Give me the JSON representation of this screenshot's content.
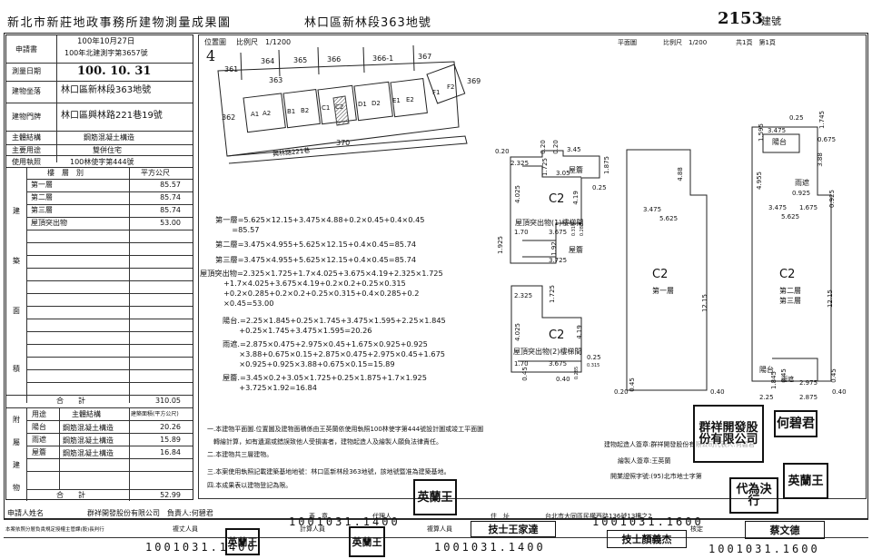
{
  "header": {
    "title": "新北市新莊地政事務所建物測量成果圖",
    "location": "林口區新林段363地號",
    "number": "2153",
    "number_suffix": "建號"
  },
  "left_table": {
    "apply_date_label": "申請書",
    "apply_date": "100年10月27日",
    "apply_number": "100年北建測字第3657號",
    "survey_date_label": "測量日期",
    "survey_date": "100. 10. 31",
    "building_location_label": "建物坐落",
    "building_location": "林口區新林段363地號",
    "door_label": "建物門牌",
    "door": "林口區興林路221巷19號",
    "structure_label": "主體結構",
    "structure": "鋼筋混凝土構造",
    "use_label": "主要用途",
    "use": "雙併住宅",
    "permit_label": "使用執照",
    "permit": "100林使字第444號",
    "floor_header": "樓　層　別",
    "area_header": "平方公尺",
    "section_label": [
      "建",
      "築",
      "面",
      "積"
    ],
    "floors": [
      {
        "name": "第一層",
        "area": "85.57"
      },
      {
        "name": "第二層",
        "area": "85.74"
      },
      {
        "name": "第三層",
        "area": "85.74"
      },
      {
        "name": "屋頂突出物",
        "area": "53.00"
      }
    ],
    "total_label": "合　　計",
    "total": "310.05",
    "annex_label": [
      "附",
      "屬",
      "建",
      "物"
    ],
    "annex_headers": [
      "用途",
      "主體結構",
      "建築面積(平方公尺)"
    ],
    "annex": [
      {
        "use": "陽台",
        "structure": "鋼筋混凝土構造",
        "area": "20.26"
      },
      {
        "use": "雨遮",
        "structure": "鋼筋混凝土構造",
        "area": "15.89"
      },
      {
        "use": "屋簷",
        "structure": "鋼筋混凝土構造",
        "area": "16.84"
      }
    ],
    "annex_total_label": "合　　計",
    "annex_total": "52.99"
  },
  "site_plan": {
    "label": "位置圖",
    "scale": "比例尺　1/1200",
    "north": "4",
    "parcels": [
      "361",
      "364",
      "365",
      "366",
      "366-1",
      "367",
      "363",
      "369",
      "362",
      "370"
    ],
    "units": [
      "A1",
      "A2",
      "B1",
      "B2",
      "C1",
      "C2",
      "D1",
      "D2",
      "E1",
      "E2",
      "F1",
      "F2"
    ],
    "road": "興林路221巷"
  },
  "floor_plan": {
    "label": "平面圖",
    "scale": "比例尺　1/200",
    "pages": "共1頁　第1頁"
  },
  "formulas": [
    "第一層=5.625×12.15+3.475×4.88+0.2×0.45+0.4×0.45\n       =85.57",
    "第二層=3.475×4.955+5.625×12.15+0.4×0.45=85.74",
    "第三層=3.475×4.955+5.625×12.15+0.4×0.45=85.74",
    "屋頂突出物=2.325×1.725+1.7×4.025+3.675×4.19+2.325×1.725\n          +1.7×4.025+3.675×4.19+0.2×0.2+0.25×0.315\n          +0.2×0.285+0.2×0.2+0.25×0.315+0.4×0.285+0.2\n          ×0.45=53.00",
    "陽台.=2.25×1.845+0.25×1.745+3.475×1.595+2.25×1.845\n       +0.25×1.745+3.475×1.595=20.26",
    "雨遮.=2.875×0.475+2.975×0.45+1.675×0.925+0.925\n       ×3.88+0.675×0.15+2.875×0.475+2.975×0.45+1.675\n       ×0.925+0.925×3.88+0.675×0.15=15.89",
    "屋簷.=3.45×0.2+3.05×1.725+0.25×1.875+1.7×1.925\n       +3.725×1.92=16.84"
  ],
  "plans": {
    "unit": "C2",
    "roof1_title": "屋頂突出物(1)樓梯間",
    "roof2_title": "屋頂突出物(2)樓梯間",
    "eaves": "屋簷",
    "floor1": "第一層",
    "floor23": [
      "第二層",
      "第三層"
    ],
    "balcony": "陽台",
    "canopy": "雨遮",
    "dims": [
      "0.20",
      "2.325",
      "0.20",
      "1.725",
      "0.20",
      "3.45",
      "3.05",
      "1.875",
      "0.25",
      "4.025",
      "4.19",
      "1.70",
      "3.675",
      "0.315",
      "0.285",
      "1.925",
      "1.92",
      "3.725",
      "2.325",
      "1.725",
      "4.025",
      "4.19",
      "1.70",
      "3.675",
      "0.25",
      "0.315",
      "0.285",
      "0.40",
      "0.45",
      "4.88",
      "3.475",
      "5.625",
      "12.15",
      "0.20",
      "0.45",
      "0.40",
      "0.25",
      "1.745",
      "1.595",
      "3.475",
      "0.675",
      "3.88",
      "4.955",
      "0.925",
      "1.675",
      "0.925",
      "3.475",
      "5.625",
      "12.15",
      "2.25",
      "1.845",
      "0.45",
      "2.975",
      "2.875",
      "0.45",
      "0.40"
    ]
  },
  "notes": [
    "一.本建物平面圖.位置圖及建物面積係由王英蘭依使用執照100林使字第444號設計圖或竣工平面圖",
    "　轉繪計算，如有遺漏或錯誤致他人受損害者，建物起造人及繪製人願負法律責任。",
    "二.本建物共三層建物。",
    "三.本案使用執照記載建築基地地號：林口區新林段363地號，該地號暨准為建築基地。",
    "四.本成果表以建物登記為限。"
  ],
  "signatures": {
    "builder_label": "建物起造人簽章:群祥開發股份有限公司代表人:何碧君",
    "drawer_label": "繪製人簽章:王英蘭",
    "cert_label": "開業證照字號:(95)北市地士字第",
    "stamp_company": "群祥開發股份有限公司",
    "stamp_rep": "何碧君",
    "stamp_agent": "代為決行",
    "stamp_name": "英蘭王"
  },
  "bottom": {
    "applicant_label": "申請人姓名",
    "applicant": "群祥開發股份有限公司　負責人:何碧君",
    "note_label": "本案依照分層負責規定授權主管課(股)長判行",
    "review_label": "複丈人員",
    "calc_label": "計算人員",
    "check_label": "複算人員",
    "check2_label": "核定",
    "agent_label": "代理人",
    "addr_label": "住　址",
    "addr": "台北市大同區民權西路136號13樓之2",
    "seal": "蓋　章",
    "person1": "技士王家達",
    "person2": "技士顏義杰",
    "person3": "蔡文德",
    "stamp_fn": "英蘭王",
    "stamps": [
      "1001031.1400",
      "1001031.1400",
      "1001031.1400",
      "1001031.1600",
      "1001031.1600"
    ]
  }
}
